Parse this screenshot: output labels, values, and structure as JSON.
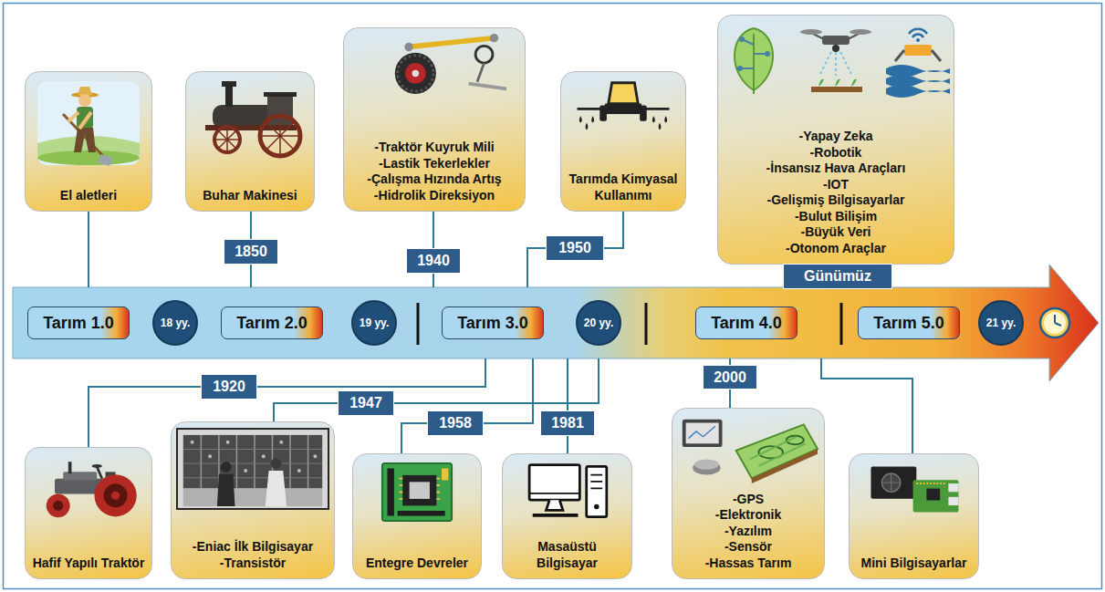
{
  "diagram": {
    "nodes": [
      {
        "text": [
          "El aletleri"
        ]
      },
      {
        "text": [
          "Buhar Makinesi"
        ]
      },
      {
        "text": [
          "-Traktör Kuyruk Mili",
          "-Lastik Tekerlekler",
          "-Çalışma Hızında Artış",
          "-Hidrolik Direksiyon"
        ]
      },
      {
        "text": [
          "Tarımda Kimyasal Kullanımı"
        ]
      },
      {
        "text": [
          "-Yapay Zeka",
          "-Robotik",
          "-İnsansız Hava Araçları",
          "-IOT",
          "-Gelişmiş Bilgisayarlar",
          "-Bulut Bilişim",
          "-Büyük Veri",
          "-Otonom Araçlar"
        ]
      },
      {
        "text": [
          "1850"
        ]
      },
      {
        "text": [
          "1940"
        ]
      },
      {
        "text": [
          "1950"
        ]
      },
      {
        "text": [
          "Günümüz"
        ]
      },
      {
        "text": [
          "Tarım 1.0"
        ]
      },
      {
        "text": [
          "18 yy."
        ]
      },
      {
        "text": [
          "Tarım 2.0"
        ]
      },
      {
        "text": [
          "19 yy."
        ]
      },
      {
        "text": [
          "Tarım 3.0"
        ]
      },
      {
        "text": [
          "20 yy."
        ]
      },
      {
        "text": [
          "Tarım 4.0"
        ]
      },
      {
        "text": [
          "Tarım 5.0"
        ]
      },
      {
        "text": [
          "21 yy."
        ]
      },
      {
        "text": [
          "1920"
        ]
      },
      {
        "text": [
          "1947"
        ]
      },
      {
        "text": [
          "1958"
        ]
      },
      {
        "text": [
          "1981"
        ]
      },
      {
        "text": [
          "2000"
        ]
      },
      {
        "text": [
          "Hafif Yapılı Traktör"
        ]
      },
      {
        "text": [
          "-Eniac İlk Bilgisayar",
          "-Transistör"
        ]
      },
      {
        "text": [
          "Entegre Devreler"
        ]
      },
      {
        "text": [
          "Masaüstü Bilgisayar"
        ]
      },
      {
        "text": [
          "-GPS",
          "-Elektronik",
          "-Yazılım",
          "-Sensör",
          "-Hassas Tarım"
        ]
      },
      {
        "text": [
          "Mini Bilgisayarlar"
        ]
      }
    ],
    "edges": [
      {
        "from": 1,
        "to": 5,
        "arrow": "none"
      },
      {
        "from": 2,
        "to": 6,
        "arrow": "none"
      },
      {
        "from": 3,
        "to": 7,
        "arrow": "none"
      },
      {
        "from": 23,
        "to": 18,
        "arrow": "none"
      },
      {
        "from": 24,
        "to": 19,
        "arrow": "none"
      },
      {
        "from": 25,
        "to": 20,
        "arrow": "none"
      },
      {
        "from": 26,
        "to": 21,
        "arrow": "none"
      },
      {
        "from": 27,
        "to": 22,
        "arrow": "none"
      }
    ]
  }
}
